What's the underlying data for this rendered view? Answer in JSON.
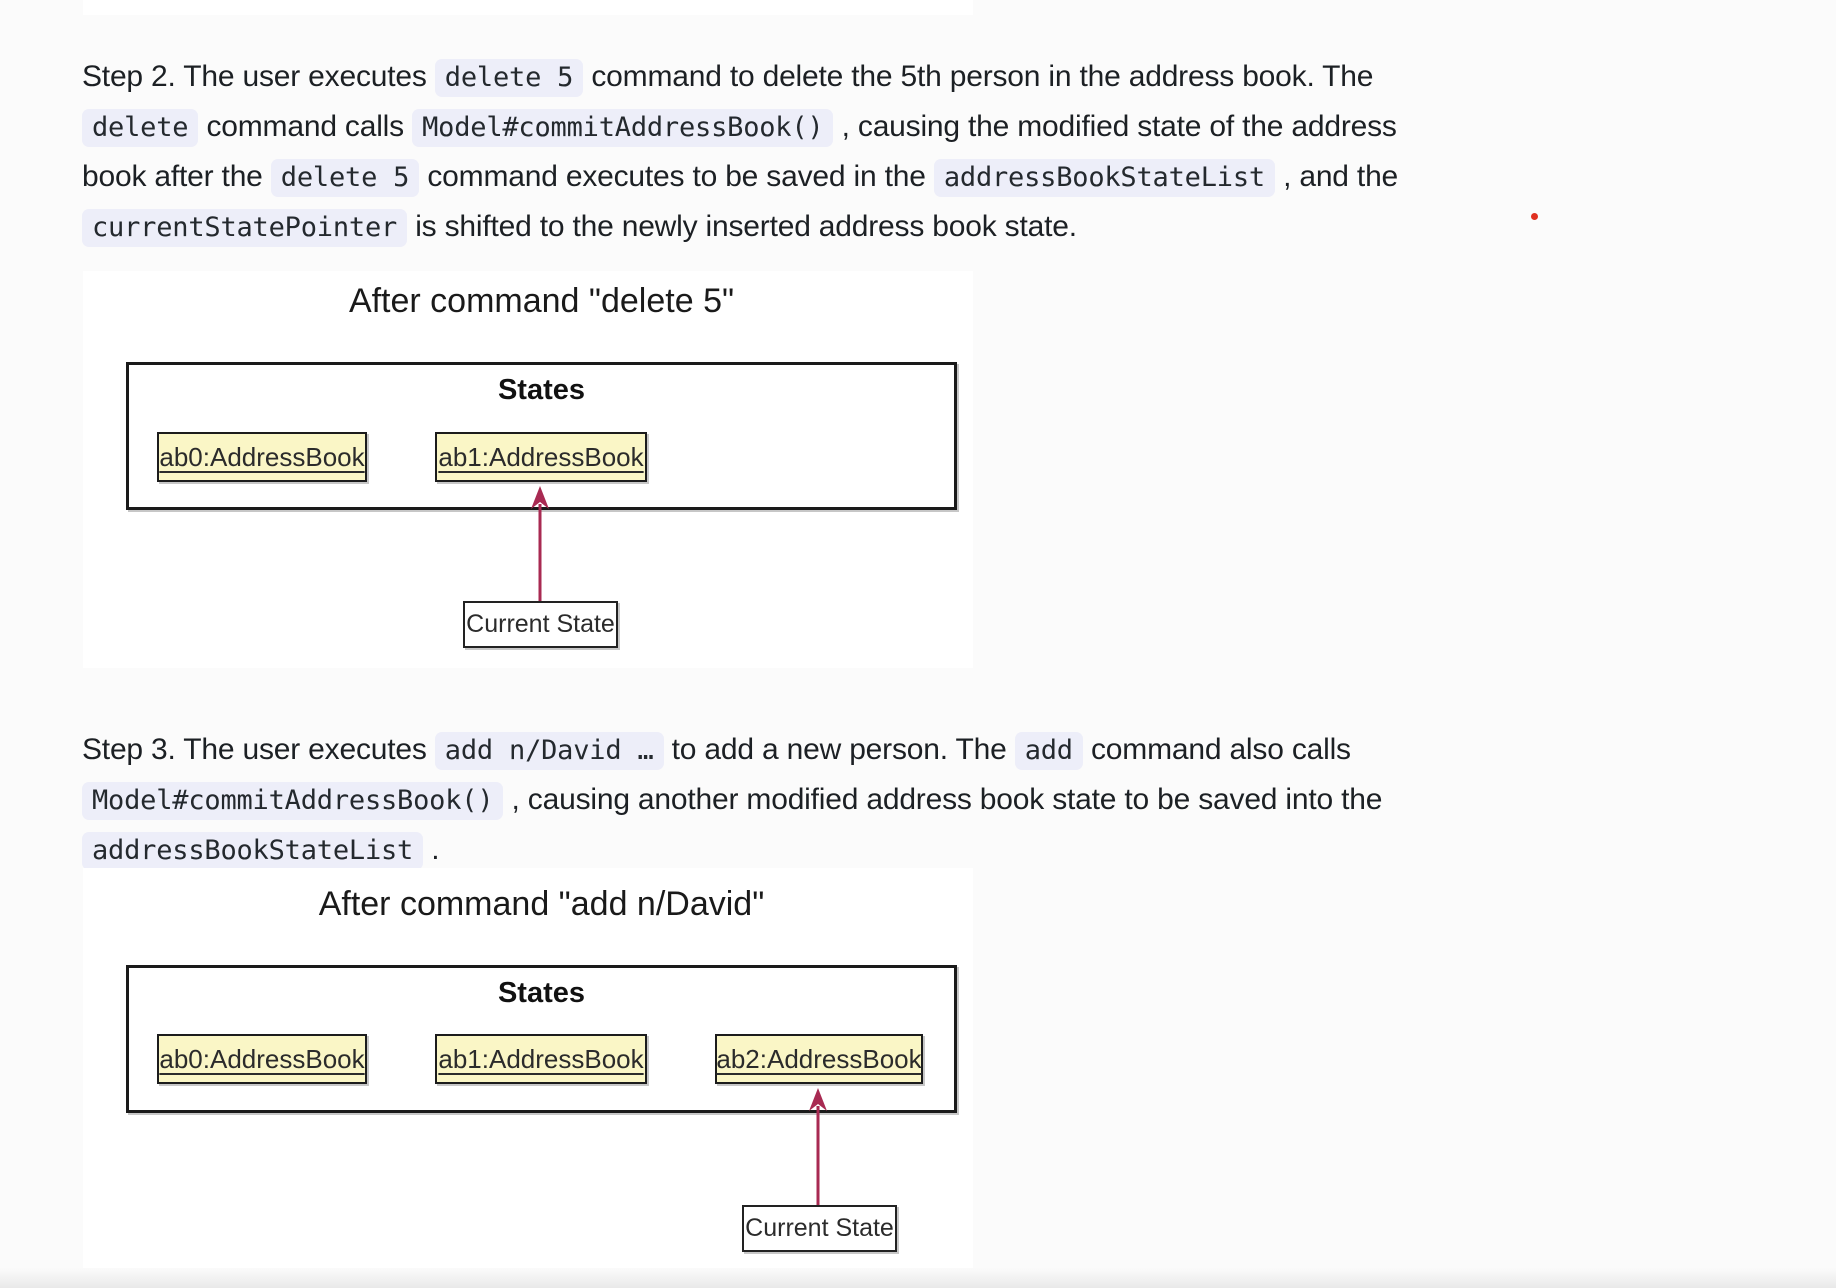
{
  "page": {
    "background": "#fbfbfb"
  },
  "annotations": {
    "red_dot_color": "#e03020"
  },
  "paragraphs": {
    "step2": {
      "segments": [
        {
          "type": "text",
          "text": "Step 2. The user executes "
        },
        {
          "type": "code",
          "text": "delete 5"
        },
        {
          "type": "text",
          "text": " command to delete the 5th person in the address book. The"
        },
        {
          "type": "br"
        },
        {
          "type": "code",
          "text": "delete"
        },
        {
          "type": "text",
          "text": " command calls "
        },
        {
          "type": "code",
          "text": "Model#commitAddressBook()"
        },
        {
          "type": "text",
          "text": " , causing the modified state of the address"
        },
        {
          "type": "br"
        },
        {
          "type": "text",
          "text": "book after the "
        },
        {
          "type": "code",
          "text": "delete 5"
        },
        {
          "type": "text",
          "text": " command executes to be saved in the "
        },
        {
          "type": "code",
          "text": "addressBookStateList"
        },
        {
          "type": "text",
          "text": " , and the"
        },
        {
          "type": "br"
        },
        {
          "type": "code",
          "text": "currentStatePointer"
        },
        {
          "type": "text",
          "text": " is shifted to the newly inserted address book state."
        }
      ]
    },
    "step3": {
      "segments": [
        {
          "type": "text",
          "text": "Step 3. The user executes "
        },
        {
          "type": "code",
          "text": "add n/David …"
        },
        {
          "type": "text",
          "text": " to add a new person. The "
        },
        {
          "type": "code",
          "text": "add"
        },
        {
          "type": "text",
          "text": " command also calls"
        },
        {
          "type": "br"
        },
        {
          "type": "code",
          "text": "Model#commitAddressBook()"
        },
        {
          "type": "text",
          "text": " , causing another modified address book state to be saved into the"
        },
        {
          "type": "br"
        },
        {
          "type": "code",
          "text": "addressBookStateList"
        },
        {
          "type": "text",
          "text": " ."
        }
      ]
    }
  },
  "diagrams": [
    {
      "title": "After command \"delete 5\"",
      "frame_label": "States",
      "states": [
        "ab0:AddressBook",
        "ab1:AddressBook"
      ],
      "pointer_label": "Current State",
      "pointer_target": "ab1:AddressBook",
      "colors": {
        "state_fill": "#faf6c6",
        "state_border": "#1c1c1c",
        "frame_border": "#1a1a1a",
        "arrow": "#a82a52"
      }
    },
    {
      "title": "After command \"add n/David\"",
      "frame_label": "States",
      "states": [
        "ab0:AddressBook",
        "ab1:AddressBook",
        "ab2:AddressBook"
      ],
      "pointer_label": "Current State",
      "pointer_target": "ab2:AddressBook",
      "colors": {
        "state_fill": "#faf6c6",
        "state_border": "#1c1c1c",
        "frame_border": "#1a1a1a",
        "arrow": "#a82a52"
      }
    }
  ]
}
